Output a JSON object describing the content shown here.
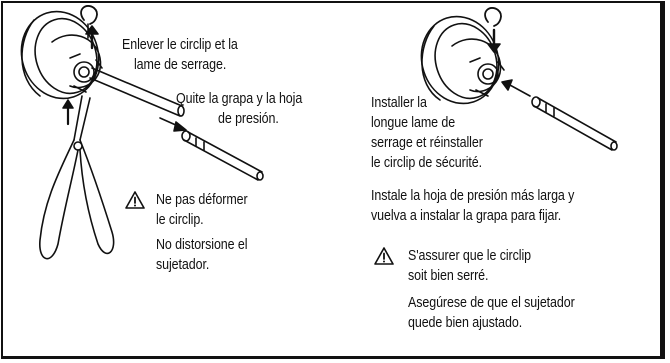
{
  "left": {
    "callout_fr": [
      "Enlever le circlip et la",
      "lame de serrage."
    ],
    "callout_es": [
      "Quite la grapa y la hoja",
      "de presión."
    ],
    "warning_fr": [
      "Ne pas déformer",
      "le circlip."
    ],
    "warning_es": [
      "No distorsione el",
      "sujetador."
    ],
    "warning_icon": "warning-triangle"
  },
  "right": {
    "instruction_fr": [
      "Installer la",
      "longue lame de",
      "serrage et réinstaller",
      "le circlip de sécurité."
    ],
    "instruction_es": [
      "Instale la hoja de presión más larga y",
      "vuelva a instalar la grapa para fijar."
    ],
    "warning_fr": [
      "S'assurer que le circlip",
      "soit bien serré."
    ],
    "warning_es": [
      "Asegúrese de que el sujetador",
      "quede bien ajustado."
    ],
    "warning_icon": "warning-triangle"
  }
}
